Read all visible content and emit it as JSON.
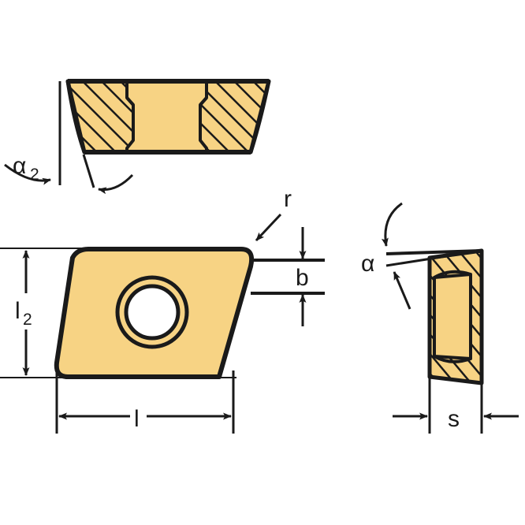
{
  "drawing": {
    "title": "Indexable cutting insert dimensional drawing",
    "background_color": "#FFFFFF",
    "line_color": "#1A1A1A",
    "insert_fill_color": "#F7D384",
    "hatch_color": "#1A1A1A",
    "bore_fill_color": "#FFFFFF"
  },
  "views": {
    "top_section": {
      "name": "Top cross-section view",
      "description": "Trapezoidal sectioned view with hatched flanks and central bore"
    },
    "plan": {
      "name": "Plan view",
      "description": "Rhomboid parallelogram insert with rounded corners and countersunk centre bore"
    },
    "side_section": {
      "name": "Side cross-section view",
      "description": "Sectioned side profile with hatched top and bottom lands"
    }
  },
  "labels": {
    "alpha2": {
      "text": "α",
      "subscript": "2",
      "name": "clearance-angle-alpha-2"
    },
    "l2": {
      "text": "l",
      "subscript": "2",
      "name": "insert-width-l2"
    },
    "l": {
      "text": "l",
      "subscript": "",
      "name": "insert-length-l"
    },
    "r": {
      "text": "r",
      "subscript": "",
      "name": "corner-radius-r"
    },
    "b": {
      "text": "b",
      "subscript": "",
      "name": "chamfer-width-b"
    },
    "alpha": {
      "text": "α",
      "subscript": "",
      "name": "clearance-angle-alpha"
    },
    "s": {
      "text": "s",
      "subscript": "",
      "name": "insert-thickness-s"
    }
  }
}
